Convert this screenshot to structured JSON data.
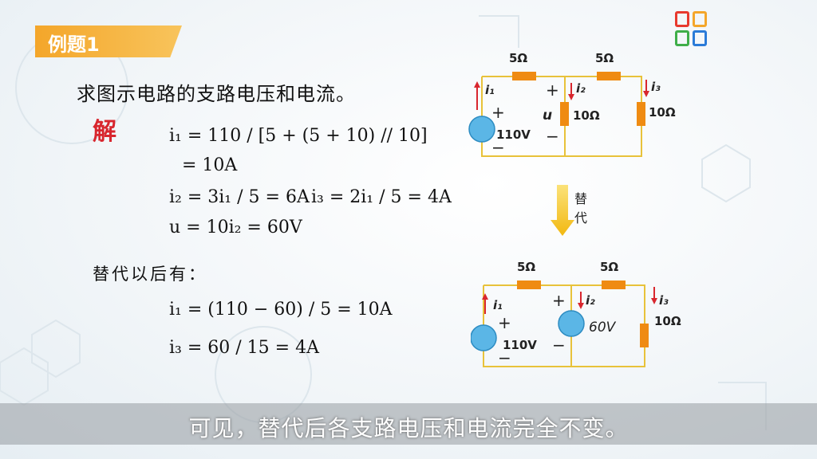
{
  "example_tag": "例题1",
  "question": "求图示电路的支路电压和电流。",
  "solution_label": "解",
  "equations": {
    "eq1": "i₁ = 110 / [5 + (5 + 10) // 10]",
    "eq2": "= 10A",
    "eq3a": "i₂ = 3i₁ / 5 = 6A",
    "eq3b": "i₃ = 2i₁ / 5 = 4A",
    "eq4": "u = 10i₂ = 60V"
  },
  "after_sub_label": "替代以后有：",
  "after_equations": {
    "eq5": "i₁ = (110 − 60) / 5 = 10A",
    "eq6": "i₃ = 60 / 15 = 4A"
  },
  "circuit_top": {
    "r1": "5Ω",
    "r2": "5Ω",
    "r3": "10Ω",
    "r4": "10Ω",
    "source": "110V",
    "i1": "i₁",
    "i2": "i₂",
    "i3": "i₃",
    "u": "u",
    "plus1": "+",
    "minus1": "−",
    "plus2": "+",
    "minus2": "−"
  },
  "substitute_label": [
    "替",
    "代"
  ],
  "circuit_bottom": {
    "r1": "5Ω",
    "r2": "5Ω",
    "r3": "10Ω",
    "source": "110V",
    "source2": "60V",
    "i1": "i₁",
    "i2": "i₂",
    "i3": "i₃",
    "plus1": "+",
    "minus1": "−",
    "plus2": "+",
    "minus2": "−"
  },
  "caption": "可见，替代后各支路电压和电流完全不变。",
  "colors": {
    "accent": "#f4a62a",
    "wire": "#e8c23a",
    "resistor": "#ef8b12",
    "arrow": "#d8262e",
    "source": "#5bb6e6"
  }
}
